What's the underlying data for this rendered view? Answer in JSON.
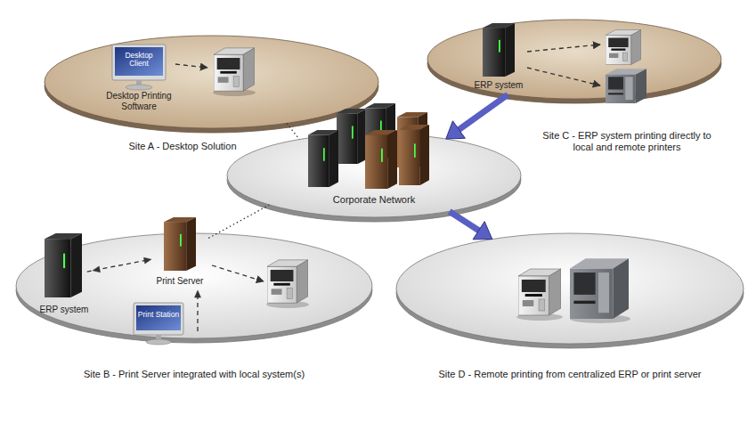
{
  "diagram": {
    "nodes": [
      {
        "text": [
          "Site A - Desktop Solution"
        ]
      },
      {
        "text": [
          "Desktop Client",
          "Desktop Printing Software"
        ],
        "in": 0
      },
      {
        "text": [
          "Site C - ERP system printing directly to local and remote printers"
        ]
      },
      {
        "text": [
          "ERP system"
        ],
        "in": 2
      },
      {
        "text": [
          "Corporate Network"
        ]
      },
      {
        "text": [
          "Site B - Print Server integrated with local system(s)"
        ]
      },
      {
        "text": [
          "ERP system"
        ],
        "in": 5
      },
      {
        "text": [
          "Print Server"
        ],
        "in": 5
      },
      {
        "text": [
          "Print Station"
        ],
        "in": 5
      },
      {
        "text": [
          "Site D - Remote printing from centralized ERP or print server"
        ]
      }
    ],
    "edges": [
      {
        "from": 0,
        "to": 4,
        "arrow": "none"
      },
      {
        "from": 2,
        "to": 4,
        "arrow": "to"
      },
      {
        "from": 4,
        "to": 9,
        "arrow": "to"
      },
      {
        "from": 6,
        "to": 7,
        "arrow": "both"
      },
      {
        "from": 8,
        "to": 7,
        "arrow": "to"
      },
      {
        "from": 7,
        "to": 4,
        "arrow": "none"
      }
    ]
  }
}
